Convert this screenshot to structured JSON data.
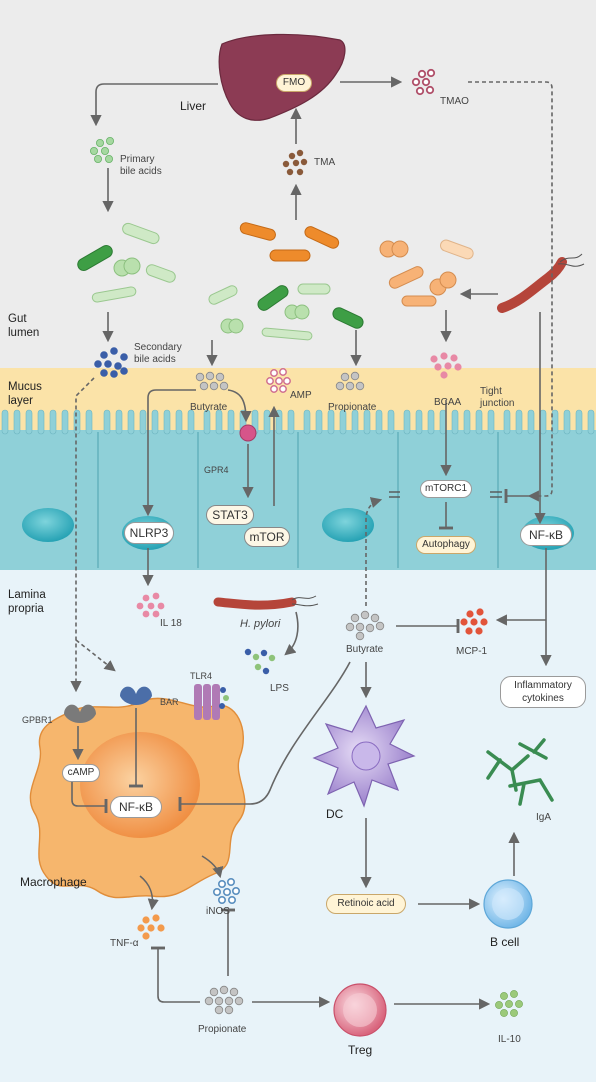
{
  "regions": {
    "gut_lumen": [
      "Gut",
      "lumen"
    ],
    "mucus_layer": [
      "Mucus",
      "layer"
    ],
    "lamina_propria": [
      "Lamina",
      "propria"
    ]
  },
  "labels": {
    "liver": "Liver",
    "fmo": "FMO",
    "tmao": "TMAO",
    "tma": "TMA",
    "primary_bile_acids": [
      "Primary",
      "bile acids"
    ],
    "secondary_bile_acids": [
      "Secondary",
      "bile acids"
    ],
    "butyrate_mucus": "Butyrate",
    "amp": "AMP",
    "propionate_mucus": "Propionate",
    "bcaa": "BCAA",
    "tight_junction": [
      "Tight",
      "junction"
    ],
    "gpr4": "GPR4",
    "stat3": "STAT3",
    "mtor": "mTOR",
    "nlrp3": "NLRP3",
    "mtorc1": "mTORC1",
    "autophagy": "Autophagy",
    "nfkb_epithelial": "NF-κB",
    "il18": "IL 18",
    "h_pylori": "H. pylori",
    "lps": "LPS",
    "butyrate_lp": "Butyrate",
    "mcp1": "MCP-1",
    "inflammatory_cytokines": [
      "Inflammatory",
      "cytokines"
    ],
    "gpbr1": "GPBR1",
    "bar": "BAR",
    "tlr4": "TLR4",
    "camp": "cAMP",
    "nfkb_macrophage": "NF-κB",
    "macrophage": "Macrophage",
    "dc": "DC",
    "iga": "IgA",
    "inos": "iNOS",
    "tnf_a": "TNF-α",
    "retinoic_acid": "Retinoic acid",
    "b_cell": "B cell",
    "propionate_lp": "Propionate",
    "treg": "Treg",
    "il10": "IL-10"
  },
  "colors": {
    "lumen_bg": "#ececec",
    "mucus_bg": "#fbe3a8",
    "epithelium": "#8fd0d8",
    "nucleus": "#3fb3c3",
    "lamina_bg": "#e5f2f8",
    "liver": "#8c3b54",
    "macrophage": "#f6b66d",
    "dc": "#a98fd1",
    "b_cell": "#8ec5ec",
    "treg": "#e6899a",
    "arrow": "#666666",
    "bacteria_green": "#3e9e45",
    "bacteria_orange": "#ee8b2b",
    "h_pylori": "#b5453a"
  },
  "icons": [
    "liver-icon",
    "bacterium-icon",
    "molecule-dots-icon",
    "receptor-icon",
    "cell-icon",
    "antibody-icon",
    "flagellum-icon"
  ]
}
